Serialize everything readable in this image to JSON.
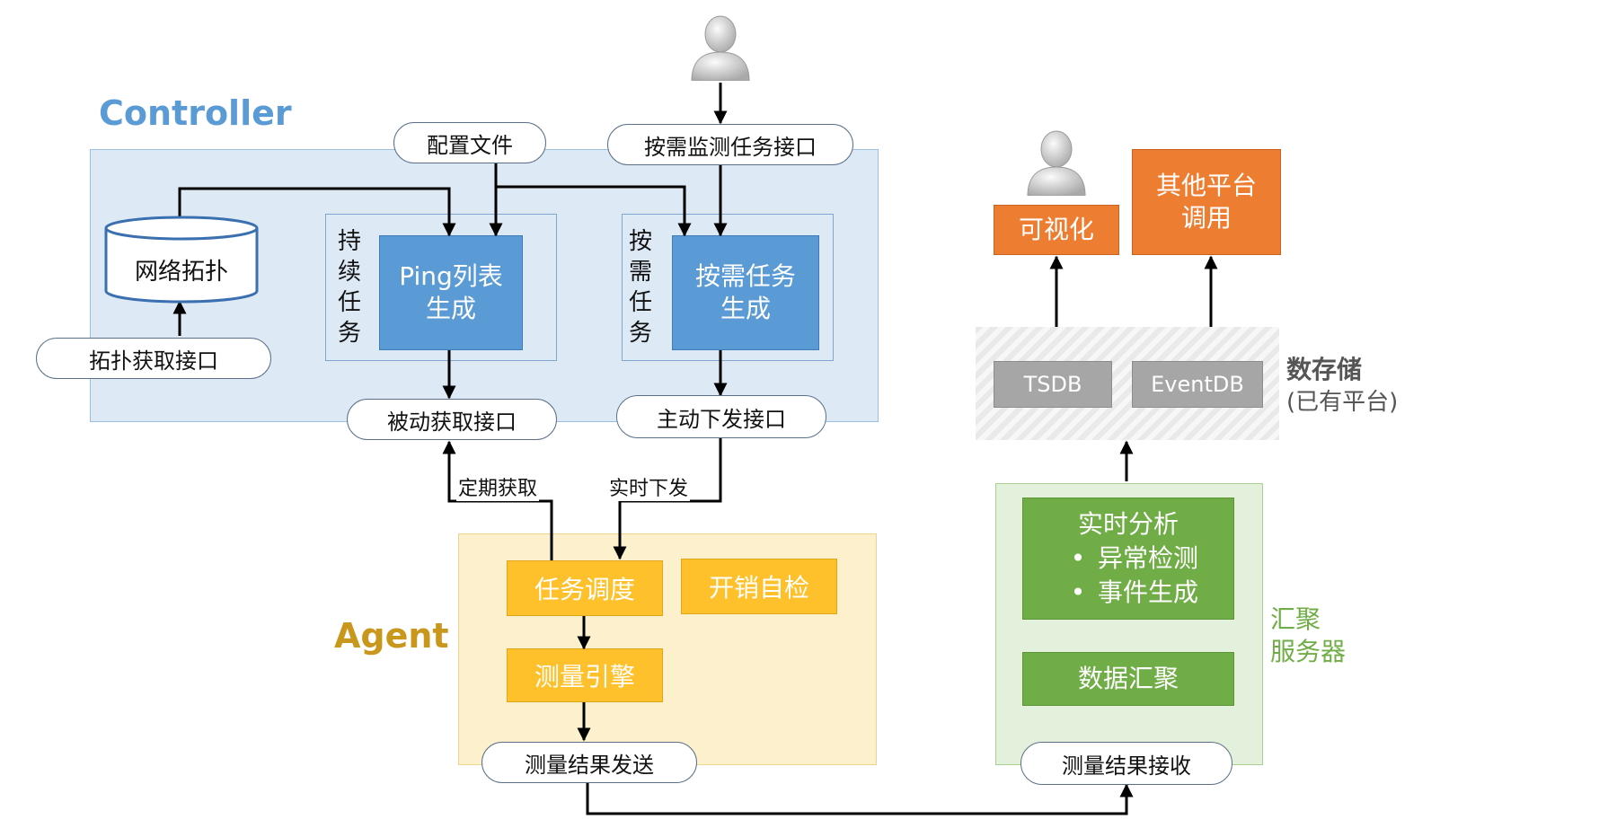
{
  "titles": {
    "controller": "Controller",
    "agent": "Agent",
    "aggregation_line1": "汇聚",
    "aggregation_line2": "服务器",
    "storage_line1": "数存储",
    "storage_line2": "(已有平台)"
  },
  "controller": {
    "config_file": "配置文件",
    "on_demand_api": "按需监测任务接口",
    "network_topology": "网络拓扑",
    "topology_api": "拓扑获取接口",
    "continuous_task_chars": [
      "持",
      "续",
      "任",
      "务"
    ],
    "on_demand_task_chars": [
      "按",
      "需",
      "任",
      "务"
    ],
    "ping_list_line1": "Ping列表",
    "ping_list_line2": "生成",
    "on_demand_gen_line1": "按需任务",
    "on_demand_gen_line2": "生成",
    "passive_api": "被动获取接口",
    "active_api": "主动下发接口"
  },
  "edges": {
    "periodic_fetch": "定期获取",
    "realtime_push": "实时下发"
  },
  "agent": {
    "task_scheduling": "任务调度",
    "overhead_check": "开销自检",
    "measurement_engine": "测量引擎",
    "result_send": "测量结果发送"
  },
  "aggregation": {
    "realtime_analysis": "实时分析",
    "bullet_1": "异常检测",
    "bullet_2": "事件生成",
    "bullet_symbol": "•",
    "data_aggregation": "数据汇聚",
    "result_receive": "测量结果接收"
  },
  "storage": {
    "tsdb": "TSDB",
    "eventdb": "EventDB"
  },
  "outputs": {
    "visualization": "可视化",
    "other_platform_line1": "其他平台",
    "other_platform_line2": "调用"
  },
  "colors": {
    "controller_bg": "#dde9f5",
    "agent_bg": "#fdf0cc",
    "aggregation_bg": "#e3f0dc",
    "controller_title": "#5b9bd5",
    "agent_title": "#c9971c",
    "aggregation_title": "#70ad47",
    "storage_title": "#555555",
    "blue_box": "#5b9bd5",
    "yellow_box": "#ffc12b",
    "green_box": "#70ad47",
    "gray_box": "#a6a6a6",
    "orange_box": "#ed7d31"
  }
}
